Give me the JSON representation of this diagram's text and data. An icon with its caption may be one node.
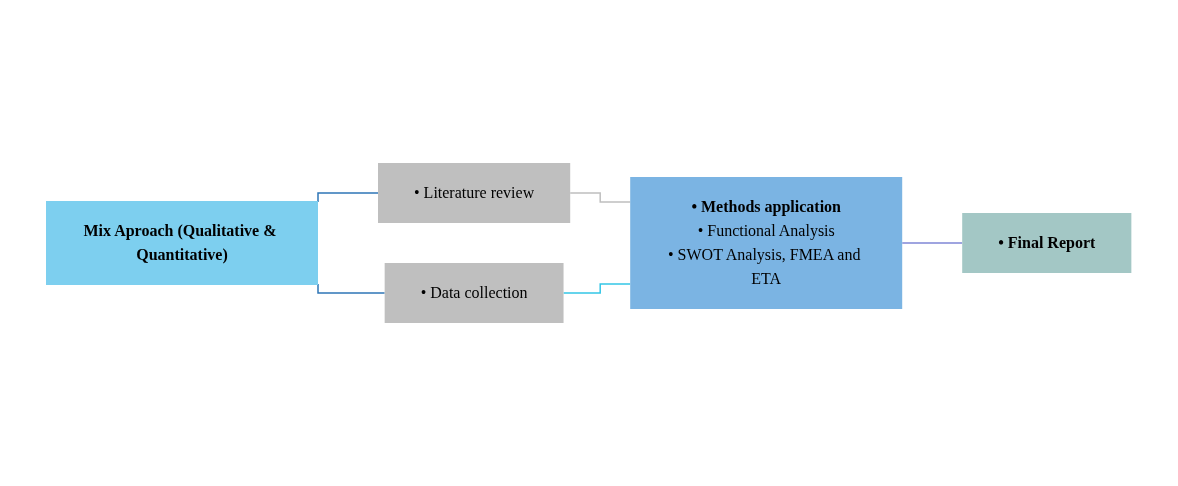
{
  "diagram": {
    "nodes": [
      {
        "text": [
          "Mix Aproach (Qualitative & Quantitative)"
        ]
      },
      {
        "text": [
          "• Literature review"
        ]
      },
      {
        "text": [
          "• Data collection"
        ]
      },
      {
        "text": [
          "• Methods application",
          "• Functional Analysis",
          "• SWOT Analysis, FMEA and ETA"
        ]
      },
      {
        "text": [
          "• Final Report"
        ]
      }
    ],
    "edges": [
      {
        "from": 0,
        "to": 1,
        "arrow": "none"
      },
      {
        "from": 0,
        "to": 2,
        "arrow": "none"
      },
      {
        "from": 1,
        "to": 3,
        "arrow": "none",
        "color": "#bfbfbf"
      },
      {
        "from": 2,
        "to": 3,
        "arrow": "none",
        "color": "#33c6e6"
      },
      {
        "from": 3,
        "to": 4,
        "arrow": "none",
        "color": "#7f86d6"
      }
    ]
  }
}
